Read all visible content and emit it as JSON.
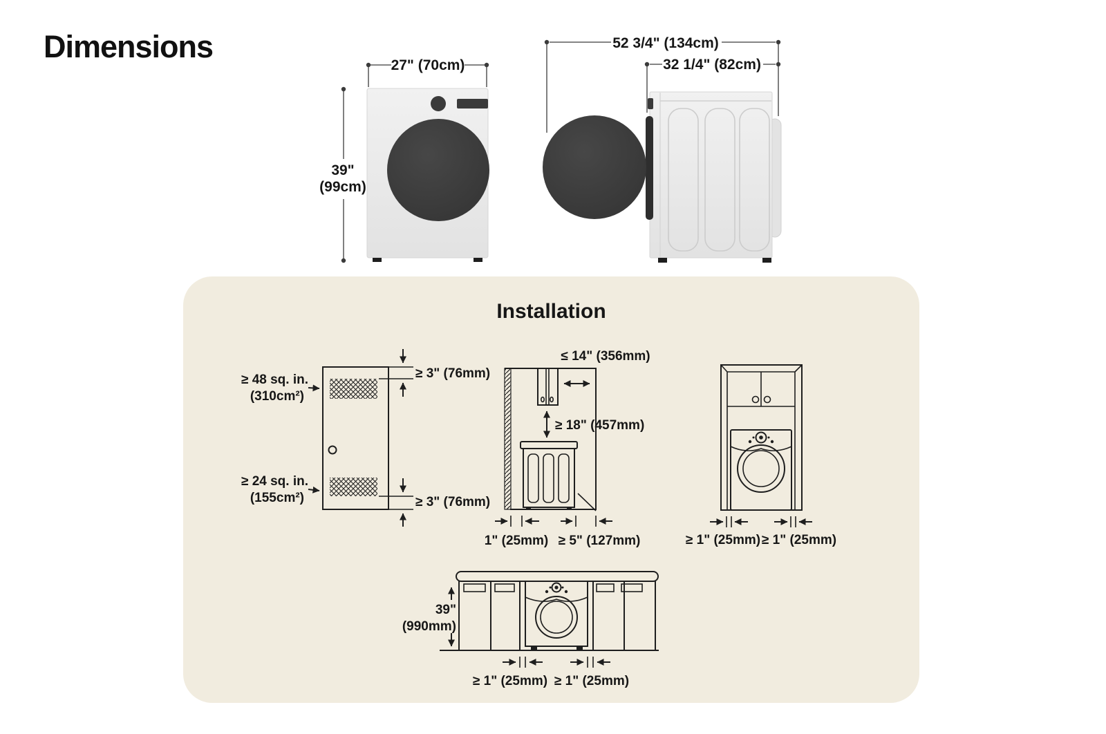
{
  "page": {
    "title": "Dimensions",
    "colors": {
      "panel_bg": "#f1ecdf",
      "line": "#1e1e1e",
      "washer_body": "#eaeaea",
      "washer_dark": "#383838",
      "counter_gray": "#c9c8c4"
    }
  },
  "dimensions": {
    "front_view": {
      "width": "27\" (70cm)",
      "height_in": "39\"",
      "height_cm": "(99cm)"
    },
    "side_view": {
      "depth_door_open": "52 3/4\" (134cm)",
      "depth": "32 1/4\" (82cm)"
    }
  },
  "installation": {
    "title": "Installation",
    "closet_door": {
      "top_vent_area_in": "≥ 48 sq. in.",
      "top_vent_area_cm": "(310cm²)",
      "bottom_vent_area_in": "≥ 24 sq. in.",
      "bottom_vent_area_cm": "(155cm²)",
      "top_clearance": "≥ 3\" (76mm)",
      "bottom_clearance": "≥ 3\" (76mm)"
    },
    "side_view": {
      "cabinet_depth_max": "≤ 14\" (356mm)",
      "clearance_above": "≥ 18\" (457mm)",
      "rear_clearance": "1\" (25mm)",
      "front_clearance": "≥ 5\" (127mm)"
    },
    "alcove_front": {
      "left_clearance": "≥ 1\" (25mm)",
      "right_clearance": "≥ 1\" (25mm)"
    },
    "under_counter": {
      "height_in": "39\"",
      "height_mm": "(990mm)",
      "left_clearance": "≥ 1\" (25mm)",
      "right_clearance": "≥ 1\" (25mm)"
    }
  }
}
